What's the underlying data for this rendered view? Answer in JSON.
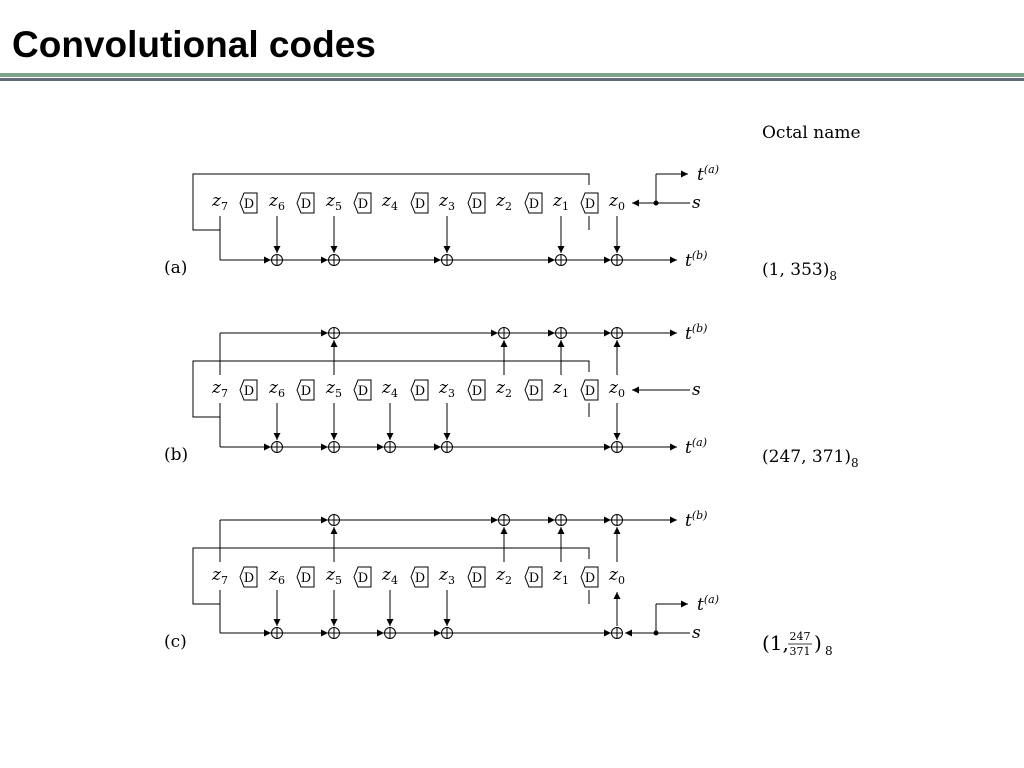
{
  "title": "Convolutional codes",
  "header": {
    "octal_label": "Octal name"
  },
  "register": {
    "cells": [
      "z7",
      "z6",
      "z5",
      "z4",
      "z3",
      "z2",
      "z1",
      "z0"
    ],
    "delay_label": "D"
  },
  "signals": {
    "ta": "t",
    "ta_sup": "(a)",
    "tb": "t",
    "tb_sup": "(b)",
    "s": "s"
  },
  "panels": {
    "a": {
      "label": "(a)",
      "octal": "(1, 353)",
      "octal_sub": "8"
    },
    "b": {
      "label": "(b)",
      "octal": "(247, 371)",
      "octal_sub": "8"
    },
    "c": {
      "label": "(c)",
      "octal_pre": "(1, ",
      "num": "247",
      "den": "371",
      "octal_post": ")",
      "octal_sub": "8"
    }
  },
  "colors": {
    "line": "#000000",
    "rule_top": "#7da289",
    "rule_bottom": "#5f6a72"
  }
}
